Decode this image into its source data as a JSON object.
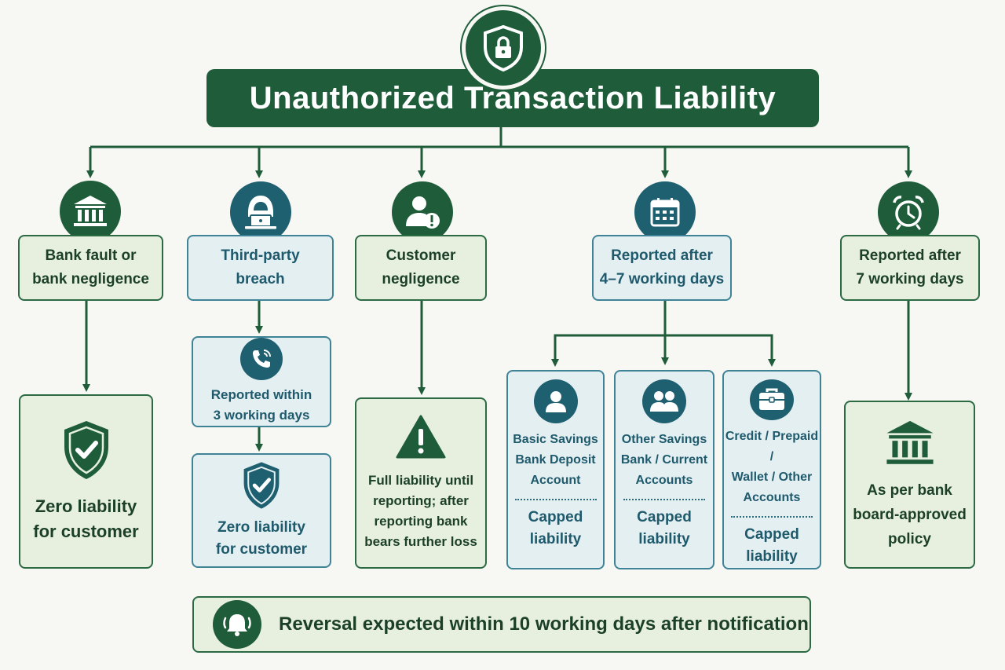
{
  "title": "Unauthorized Transaction Liability",
  "categories": [
    {
      "label": [
        "Bank fault or",
        "bank negligence"
      ],
      "icon": "bank-icon",
      "outcome": [
        "Zero liability",
        "for customer"
      ],
      "outcome_icon": "shield-check-icon"
    },
    {
      "label": [
        "Third-party",
        "breach"
      ],
      "icon": "hacker-icon",
      "step": [
        "Reported within",
        "3 working days"
      ],
      "step_icon": "phone-icon",
      "outcome": [
        "Zero liability",
        "for customer"
      ],
      "outcome_icon": "shield-check-icon"
    },
    {
      "label": [
        "Customer",
        "negligence"
      ],
      "icon": "user-warning-icon",
      "outcome": [
        "Full liability until",
        "reporting; after",
        "reporting bank",
        "bears further loss"
      ],
      "outcome_icon": "warning-icon"
    },
    {
      "label": [
        "Reported after",
        "4–7 working days"
      ],
      "icon": "calendar-icon",
      "accounts": [
        {
          "name": [
            "Basic Savings",
            "Bank Deposit",
            "Account"
          ],
          "icon": "person-icon",
          "result": [
            "Capped",
            "liability"
          ]
        },
        {
          "name": [
            "Other Savings",
            "Bank / Current",
            "Accounts"
          ],
          "icon": "people-icon",
          "result": [
            "Capped",
            "liability"
          ]
        },
        {
          "name": [
            "Credit / Prepaid /",
            "Wallet / Other",
            "Accounts"
          ],
          "icon": "briefcase-icon",
          "result": [
            "Capped",
            "liability"
          ]
        }
      ]
    },
    {
      "label": [
        "Reported after",
        "7 working days"
      ],
      "icon": "alarm-clock-icon",
      "outcome": [
        "As per bank",
        "board-approved",
        "policy"
      ],
      "outcome_icon": "bank-icon"
    }
  ],
  "footer": {
    "text": "Reversal expected within 10 working days after notification",
    "icon": "bell-icon"
  },
  "colors": {
    "primary_green": "#1f5d3a",
    "teal": "#1e5f70",
    "light_green": "#e7f0df",
    "light_blue": "#e4eff2"
  }
}
